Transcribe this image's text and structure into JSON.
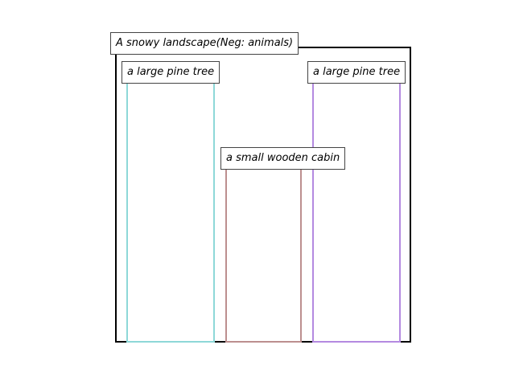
{
  "scene": {
    "caption": "A snowy landscape(Neg: animals)",
    "color": "#000000"
  },
  "regions": [
    {
      "label": "a large pine tree",
      "color": "#8ed8d8"
    },
    {
      "label": "a small wooden cabin",
      "color": "#bc8f8f"
    },
    {
      "label": "a large pine tree",
      "color": "#b48ae0"
    }
  ]
}
